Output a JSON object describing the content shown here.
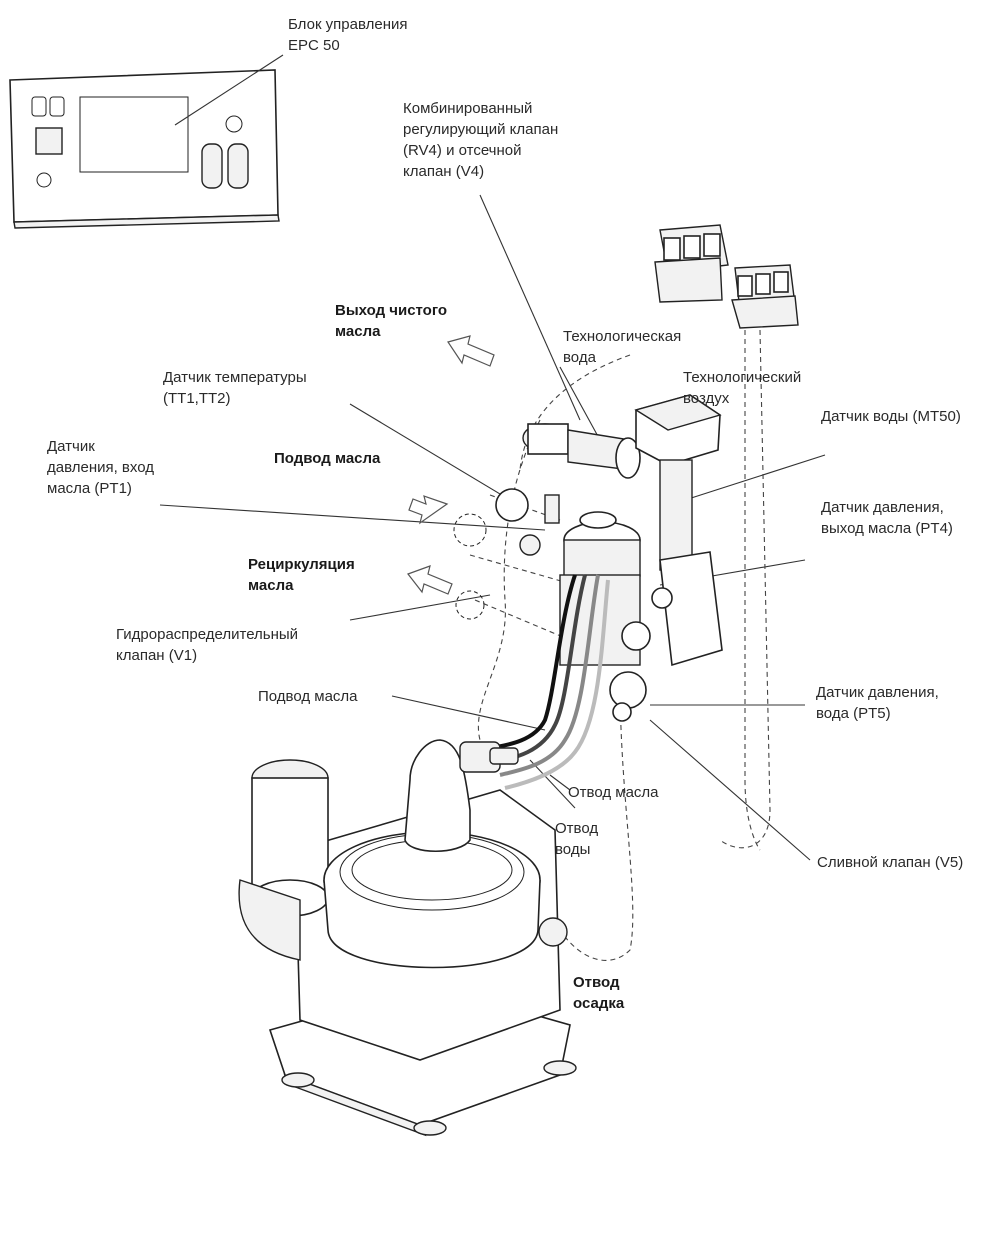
{
  "labels": {
    "control_unit": [
      "Блок управления",
      "EPC 50"
    ],
    "combined_valve": [
      "Комбинированный",
      "регулирующий клапан",
      "(RV4) и отсечной",
      "клапан (V4)"
    ],
    "clean_oil_out": [
      "Выход чистого",
      "масла"
    ],
    "process_water": [
      "Технологическая",
      "вода"
    ],
    "process_air": [
      "Технологический",
      "воздух"
    ],
    "temp_sensor": [
      "Датчик температуры",
      "(TT1,TT2)"
    ],
    "water_sensor": [
      "Датчик воды (MT50)"
    ],
    "oil_inlet_pressure": [
      "Датчик",
      "давления, вход",
      "масла (PT1)"
    ],
    "oil_inlet": [
      "Подвод масла"
    ],
    "oil_outlet_pressure": [
      "Датчик давления,",
      "выход масла (PT4)"
    ],
    "oil_recirculation": [
      "Рециркуляция",
      "масла"
    ],
    "changeover_valve": [
      "Гидрораспределительный",
      "клапан (V1)"
    ],
    "oil_inlet_2": [
      "Подвод масла"
    ],
    "water_pressure": [
      "Датчик давления,",
      "вода (PT5)"
    ],
    "oil_outlet": [
      "Отвод масла"
    ],
    "water_outlet": [
      "Отвод",
      "воды"
    ],
    "drain_valve": [
      "Сливной клапан (V5)"
    ],
    "sludge_outlet": [
      "Отвод",
      "осадка"
    ]
  },
  "icons": {
    "control_unit": "control-panel-icon",
    "separator": "centrifugal-separator-icon",
    "solenoid_blocks": "solenoid-valve-block-icon",
    "arrows": "flow-arrow-icon"
  },
  "colors": {
    "line": "#333333",
    "text": "#2a2a2a",
    "background": "#ffffff"
  }
}
